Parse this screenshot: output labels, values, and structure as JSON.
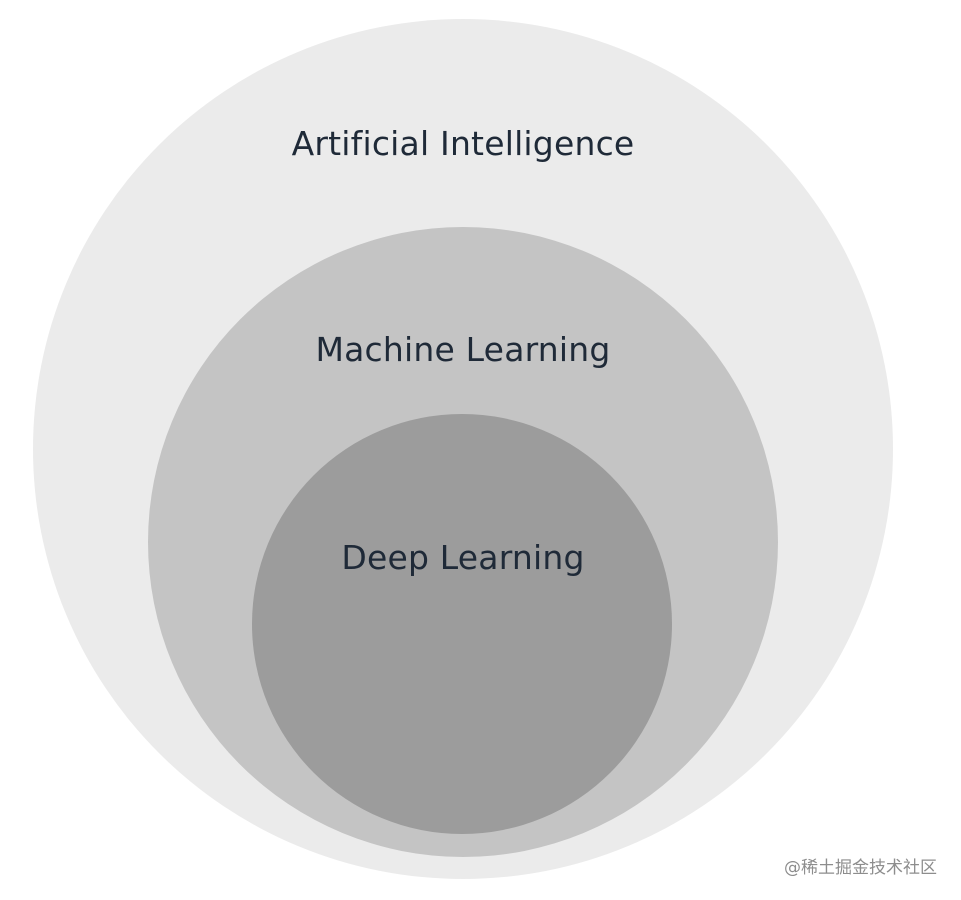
{
  "diagram": {
    "circles": [
      {
        "label": "Artificial Intelligence",
        "color": "#ebebeb"
      },
      {
        "label": "Machine Learning",
        "color": "#c4c4c4"
      },
      {
        "label": "Deep Learning",
        "color": "#9c9c9c"
      }
    ],
    "text_color": "#1f2a38"
  },
  "watermark": {
    "text": "@稀土掘金技术社区"
  }
}
